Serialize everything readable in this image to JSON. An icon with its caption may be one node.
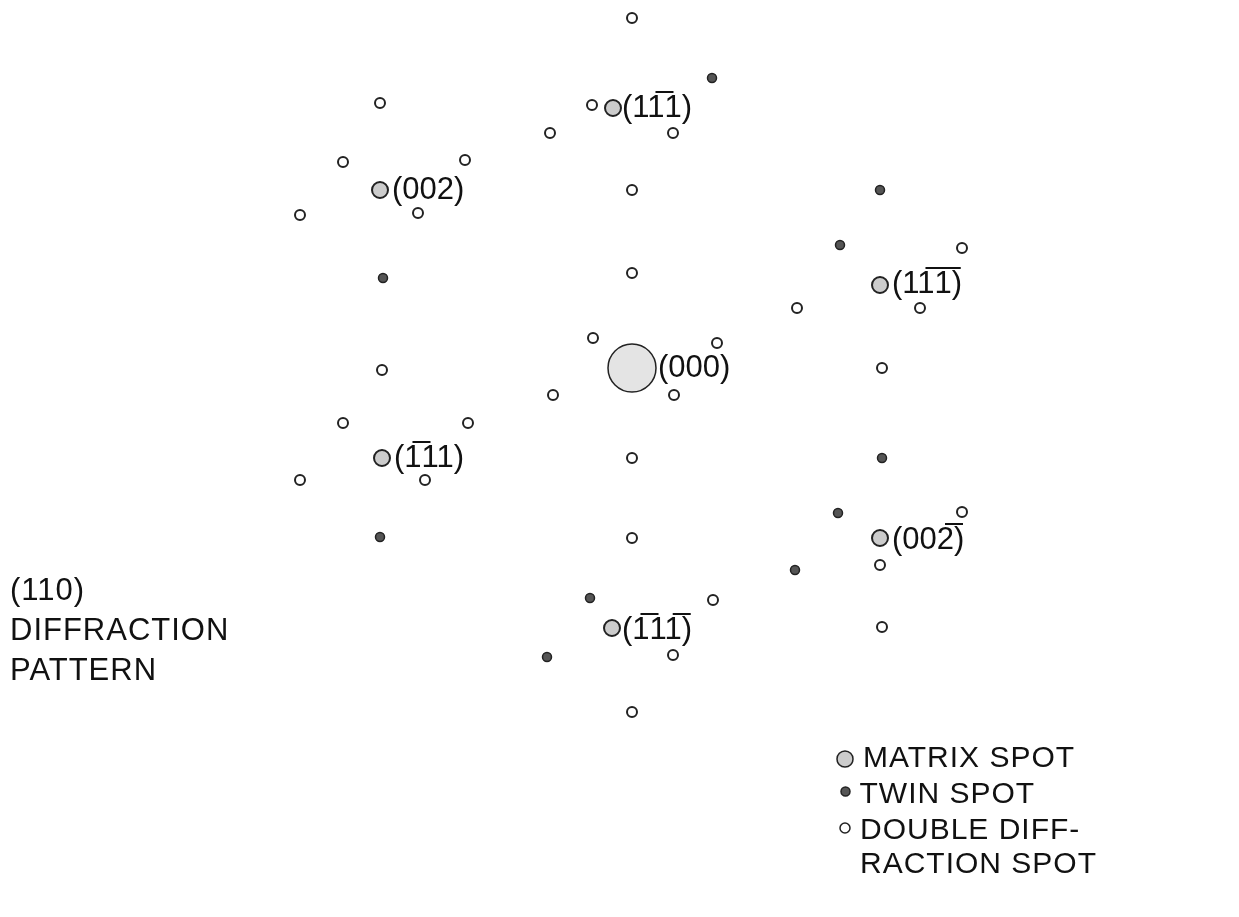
{
  "diagram": {
    "title": "(110) DIFFRACTION PATTERN",
    "labels": [
      "(11̅1)",
      "(002)",
      "(11̅1̅)",
      "(000)",
      "(1̅11)",
      "(002̅)",
      "(1̅11̅)"
    ],
    "legend": [
      {
        "text": "MATRIX SPOT"
      },
      {
        "text": "TWIN SPOT"
      },
      {
        "text": "DOUBLE DIFF- RACTION SPOT"
      }
    ]
  }
}
